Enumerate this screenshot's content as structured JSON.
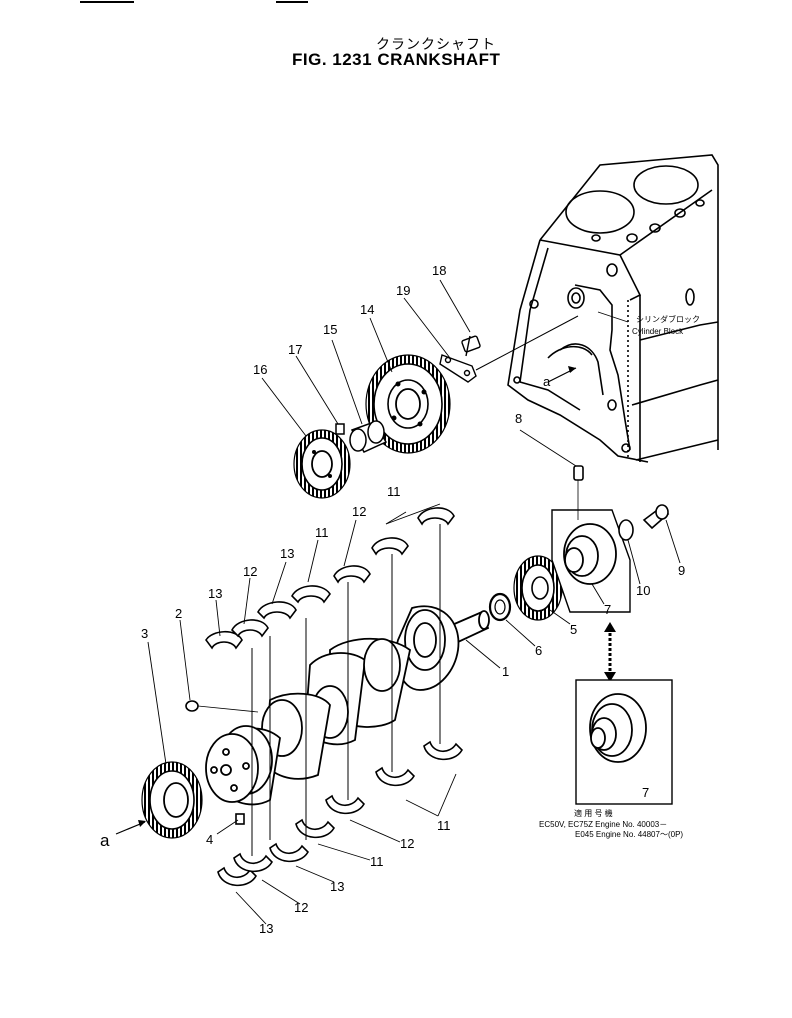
{
  "header": {
    "title_jp": "クランクシャフト",
    "title_en": "FIG. 1231 CRANKSHAFT"
  },
  "labels": {
    "cylinder_block_jp": "シリンダブロック",
    "cylinder_block_en": "Cylinder Block",
    "view_a_arrow": "a",
    "view_a_ref": "a",
    "p1": "1",
    "p2": "2",
    "p3": "3",
    "p4": "4",
    "p5": "5",
    "p6": "6",
    "p7_upper": "7",
    "p7_lower": "7",
    "p8": "8",
    "p9": "9",
    "p10": "10",
    "p11_a": "11",
    "p11_b": "11",
    "p11_c": "11",
    "p11_d": "11",
    "p12_a": "12",
    "p12_b": "12",
    "p12_c": "12",
    "p12_d": "12",
    "p13_a": "13",
    "p13_b": "13",
    "p13_c": "13",
    "p13_d": "13",
    "p14": "14",
    "p15": "15",
    "p16": "16",
    "p17": "17",
    "p18": "18",
    "p19": "19"
  },
  "applicability": {
    "heading": "適 用 号 機",
    "line1": "EC50V, EC75Z Engine No. 40003－",
    "line2": "E045 Engine No. 44807～(0P)"
  }
}
